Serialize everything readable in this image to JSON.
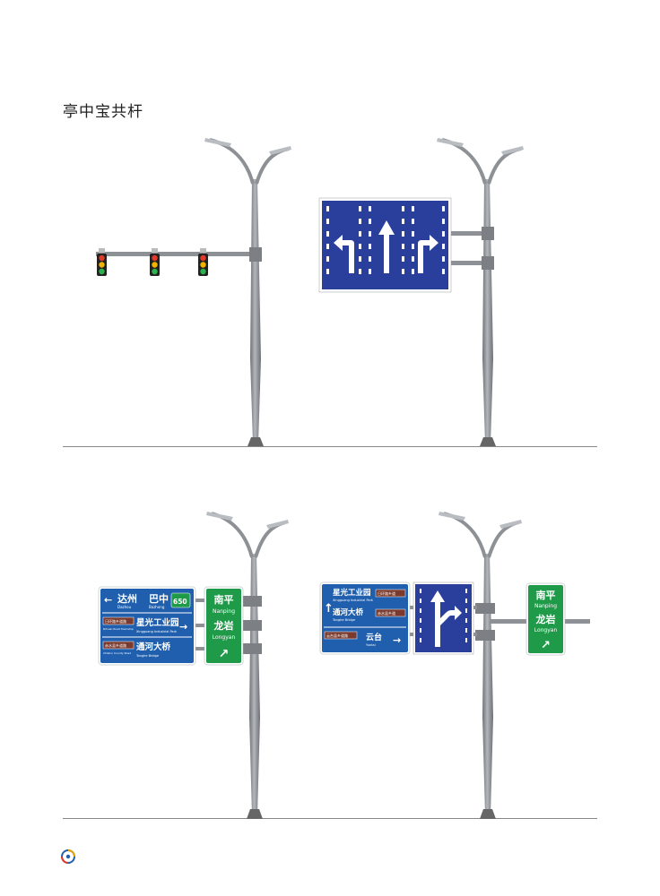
{
  "page": {
    "title": "亭中宝共杆"
  },
  "colors": {
    "sign_blue": "#1f5fae",
    "lane_blue": "#2a3e9c",
    "sign_green": "#1e9a48",
    "sign_brown": "#7a3b2e",
    "pole": "#8d9095"
  },
  "scene3": {
    "sign_blue": {
      "row1": {
        "arrow": "←",
        "place1_cn": "达州",
        "place1_en": "Dazhou",
        "place2_cn": "巴中",
        "place2_en": "Bazhong",
        "distance": "650"
      },
      "row2": {
        "tag_cn": "日环路乡道路",
        "tag_en": "Rihuan Road Township",
        "place_cn": "星光工业园",
        "place_en": "Xingguang Industrial Park",
        "arrow": "→"
      },
      "row3": {
        "tag_cn": "赤水县乡道路",
        "tag_en": "Chishui County Road",
        "place_cn": "通河大桥",
        "place_en": "Tonghe Bridge"
      }
    },
    "sign_green": {
      "line1_cn": "南平",
      "line1_en": "Nanping",
      "line2_cn": "龙岩",
      "line2_en": "Longyan",
      "arrow": "↗"
    }
  },
  "scene4": {
    "sign_blue": {
      "row1": {
        "arrow": "↑",
        "place1_cn": "星光工业园",
        "place1_en": "Xingguang Industrial Park",
        "tag1": "日环路乡道",
        "place2_cn": "通河大桥",
        "place2_en": "Tonghe Bridge",
        "tag2": "赤水县乡道"
      },
      "row2": {
        "tag": "云台县乡道路",
        "place_cn": "云台",
        "place_en": "Yuntai",
        "arrow": "→"
      }
    },
    "sign_green": {
      "line1_cn": "南平",
      "line1_en": "Nanping",
      "line2_cn": "龙岩",
      "line2_en": "Longyan",
      "arrow": "↗"
    }
  }
}
